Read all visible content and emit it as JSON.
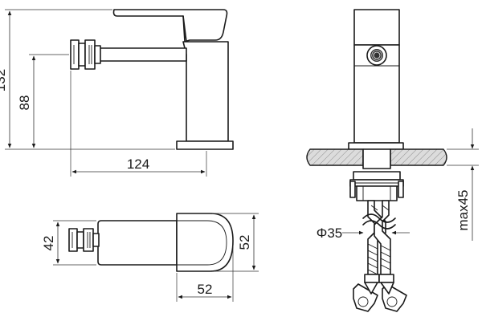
{
  "dimensions": {
    "height_total": "132",
    "spout_height": "88",
    "spout_reach": "124",
    "top_width": "42",
    "top_depth": "52",
    "top_width_bottom": "52",
    "hole_diameter": "Φ35",
    "max_thickness": "max45"
  },
  "colors": {
    "line": "#1a1a1a",
    "background": "#ffffff",
    "counter_fill": "#d9d9d9"
  }
}
